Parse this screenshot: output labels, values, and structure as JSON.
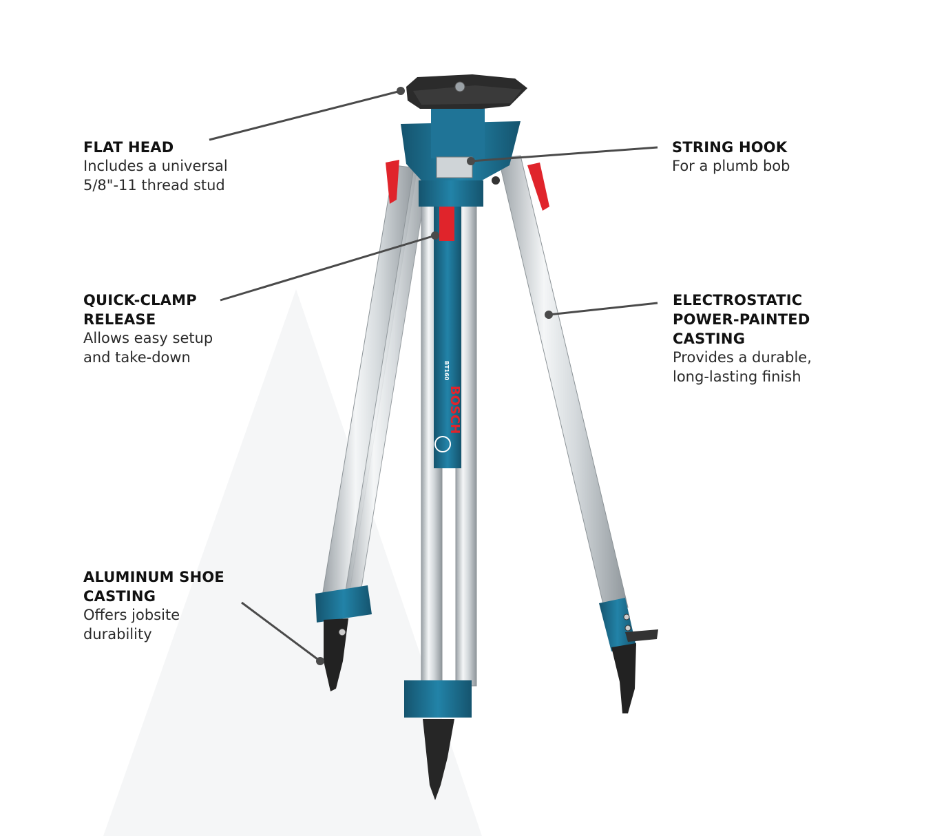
{
  "callouts": {
    "flat_head": {
      "title_lines": [
        "FLAT HEAD"
      ],
      "desc_lines": [
        "Includes a universal",
        "5/8\"-11 thread stud"
      ]
    },
    "string_hook": {
      "title_lines": [
        "STRING HOOK"
      ],
      "desc_lines": [
        "For a plumb bob"
      ]
    },
    "quick_clamp": {
      "title_lines": [
        "QUICK-CLAMP",
        "RELEASE"
      ],
      "desc_lines": [
        "Allows easy setup",
        "and take-down"
      ]
    },
    "electrostatic": {
      "title_lines": [
        "ELECTROSTATIC",
        "POWER-PAINTED",
        "CASTING"
      ],
      "desc_lines": [
        "Provides a durable,",
        "long-lasting finish"
      ]
    },
    "aluminum_shoe": {
      "title_lines": [
        "ALUMINUM SHOE",
        "CASTING"
      ],
      "desc_lines": [
        "Offers jobsite",
        "durability"
      ]
    }
  },
  "product": {
    "brand_label": "BOSCH",
    "model_label": "BT160"
  },
  "colors": {
    "accent_blue": "#1d6c8c",
    "clamp_red": "#e0242b",
    "aluminum": "#d9dde0",
    "head_black": "#2b2b2b",
    "leader_line": "#4a4a4a"
  }
}
